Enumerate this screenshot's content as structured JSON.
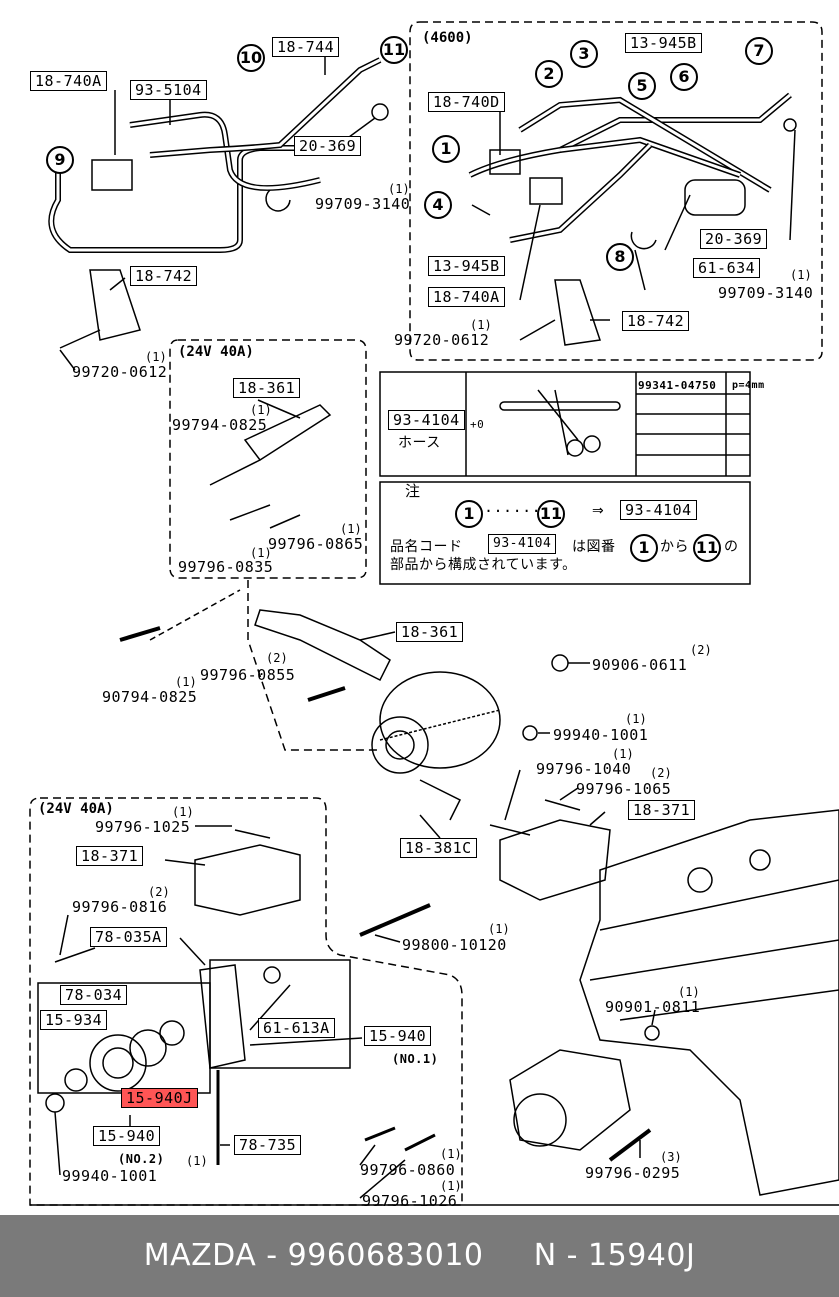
{
  "sections": {
    "top_right": "(4600)",
    "mid_left": "(24V 40A)",
    "bottom_left": "(24V 40A)"
  },
  "top_left": {
    "p_18_740A": "18-740A",
    "p_93_5104": "93-5104",
    "p_18_744": "18-744",
    "p_20_369": "20-369",
    "p_99709_3140": "99709-3140",
    "p_18_742": "18-742",
    "p_99720_0612": "99720-0612",
    "c9": "9",
    "c10": "10",
    "c11": "11"
  },
  "top_right": {
    "p_13_945B": "13-945B",
    "p_18_740D": "18-740D",
    "p_13_945B_b": "13-945B",
    "p_18_740A": "18-740A",
    "p_20_369": "20-369",
    "p_61_634": "61-634",
    "p_99709_3140": "99709-3140",
    "p_18_742": "18-742",
    "p_99720_0612": "99720-0612",
    "c1": "1",
    "c2": "2",
    "c3": "3",
    "c4": "4",
    "c5": "5",
    "c6": "6",
    "c7": "7",
    "c8": "8"
  },
  "mid_left": {
    "p_18_361": "18-361",
    "p_99794_0825": "99794-0825",
    "p_99796_0865": "99796-0865",
    "p_99796_0835": "99796-0835"
  },
  "hose_table": {
    "code": "93-4104",
    "name": "ホース",
    "col1": "99341-04750",
    "col2": "p=4mm",
    "dim": "+0"
  },
  "note": {
    "title": "注",
    "c1": "1",
    "dots": "······",
    "c11": "11",
    "arrow": "⇒",
    "code": "93-4104",
    "line1a": "品名コード",
    "line1b": "は図番",
    "line1c": "から",
    "line1d": "の",
    "line2": "部品から構成されています。"
  },
  "mid": {
    "p_18_361": "18-361",
    "p_99796_0855": "99796-0855",
    "p_90794_0825": "90794-0825",
    "p_90906_0611": "90906-0611",
    "p_99940_1001": "99940-1001",
    "p_99796_1040": "99796-1040",
    "p_99796_1065": "99796-1065",
    "p_18_371": "18-371",
    "p_18_381C": "18-381C",
    "p_99800_10120": "99800-10120",
    "p_90901_0811": "90901-0811",
    "p_99796_0295": "99796-0295"
  },
  "bottom_left": {
    "p_99796_1025": "99796-1025",
    "p_18_371": "18-371",
    "p_99796_0816": "99796-0816",
    "p_78_035A": "78-035A",
    "p_78_034": "78-034",
    "p_15_934": "15-934",
    "p_61_613A": "61-613A",
    "p_15_940_no1": "15-940",
    "no1": "(NO.1)",
    "p_15_940J": "15-940J",
    "p_15_940_no2": "15-940",
    "no2": "(NO.2)",
    "p_78_735": "78-735",
    "p_99940_1001": "99940-1001",
    "p_99796_0860": "99796-0860",
    "p_99796_1026": "99796-1026"
  },
  "qty": {
    "q1": "(1)",
    "q2": "(2)",
    "q3": "(3)"
  },
  "footer": {
    "text": "MAZDA - 9960683010     N - 15940J"
  },
  "colors": {
    "highlight": "#ff5555",
    "footer_bg": "#7a7a7a"
  }
}
